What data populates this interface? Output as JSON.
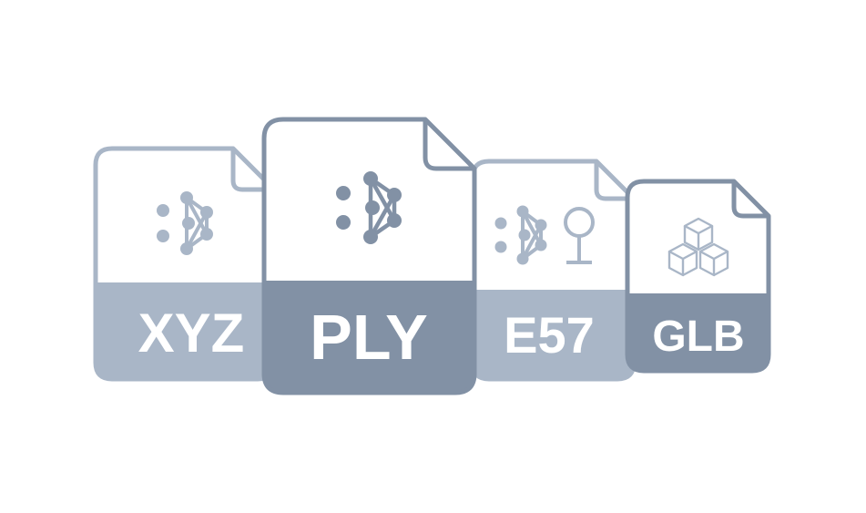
{
  "files": [
    {
      "id": "xyz",
      "label": "XYZ",
      "icon": "point-cloud-icon"
    },
    {
      "id": "ply",
      "label": "PLY",
      "icon": "point-cloud-icon"
    },
    {
      "id": "e57",
      "label": "E57",
      "icon": "point-cloud-scanner-icon"
    },
    {
      "id": "glb",
      "label": "GLB",
      "icon": "stacked-cubes-icon"
    }
  ],
  "colors": {
    "light_stroke": "#a9b6c7",
    "dark_stroke": "#8291a5",
    "light_fill": "#a9b6c7",
    "dark_fill": "#8291a5",
    "background": "#ffffff"
  }
}
